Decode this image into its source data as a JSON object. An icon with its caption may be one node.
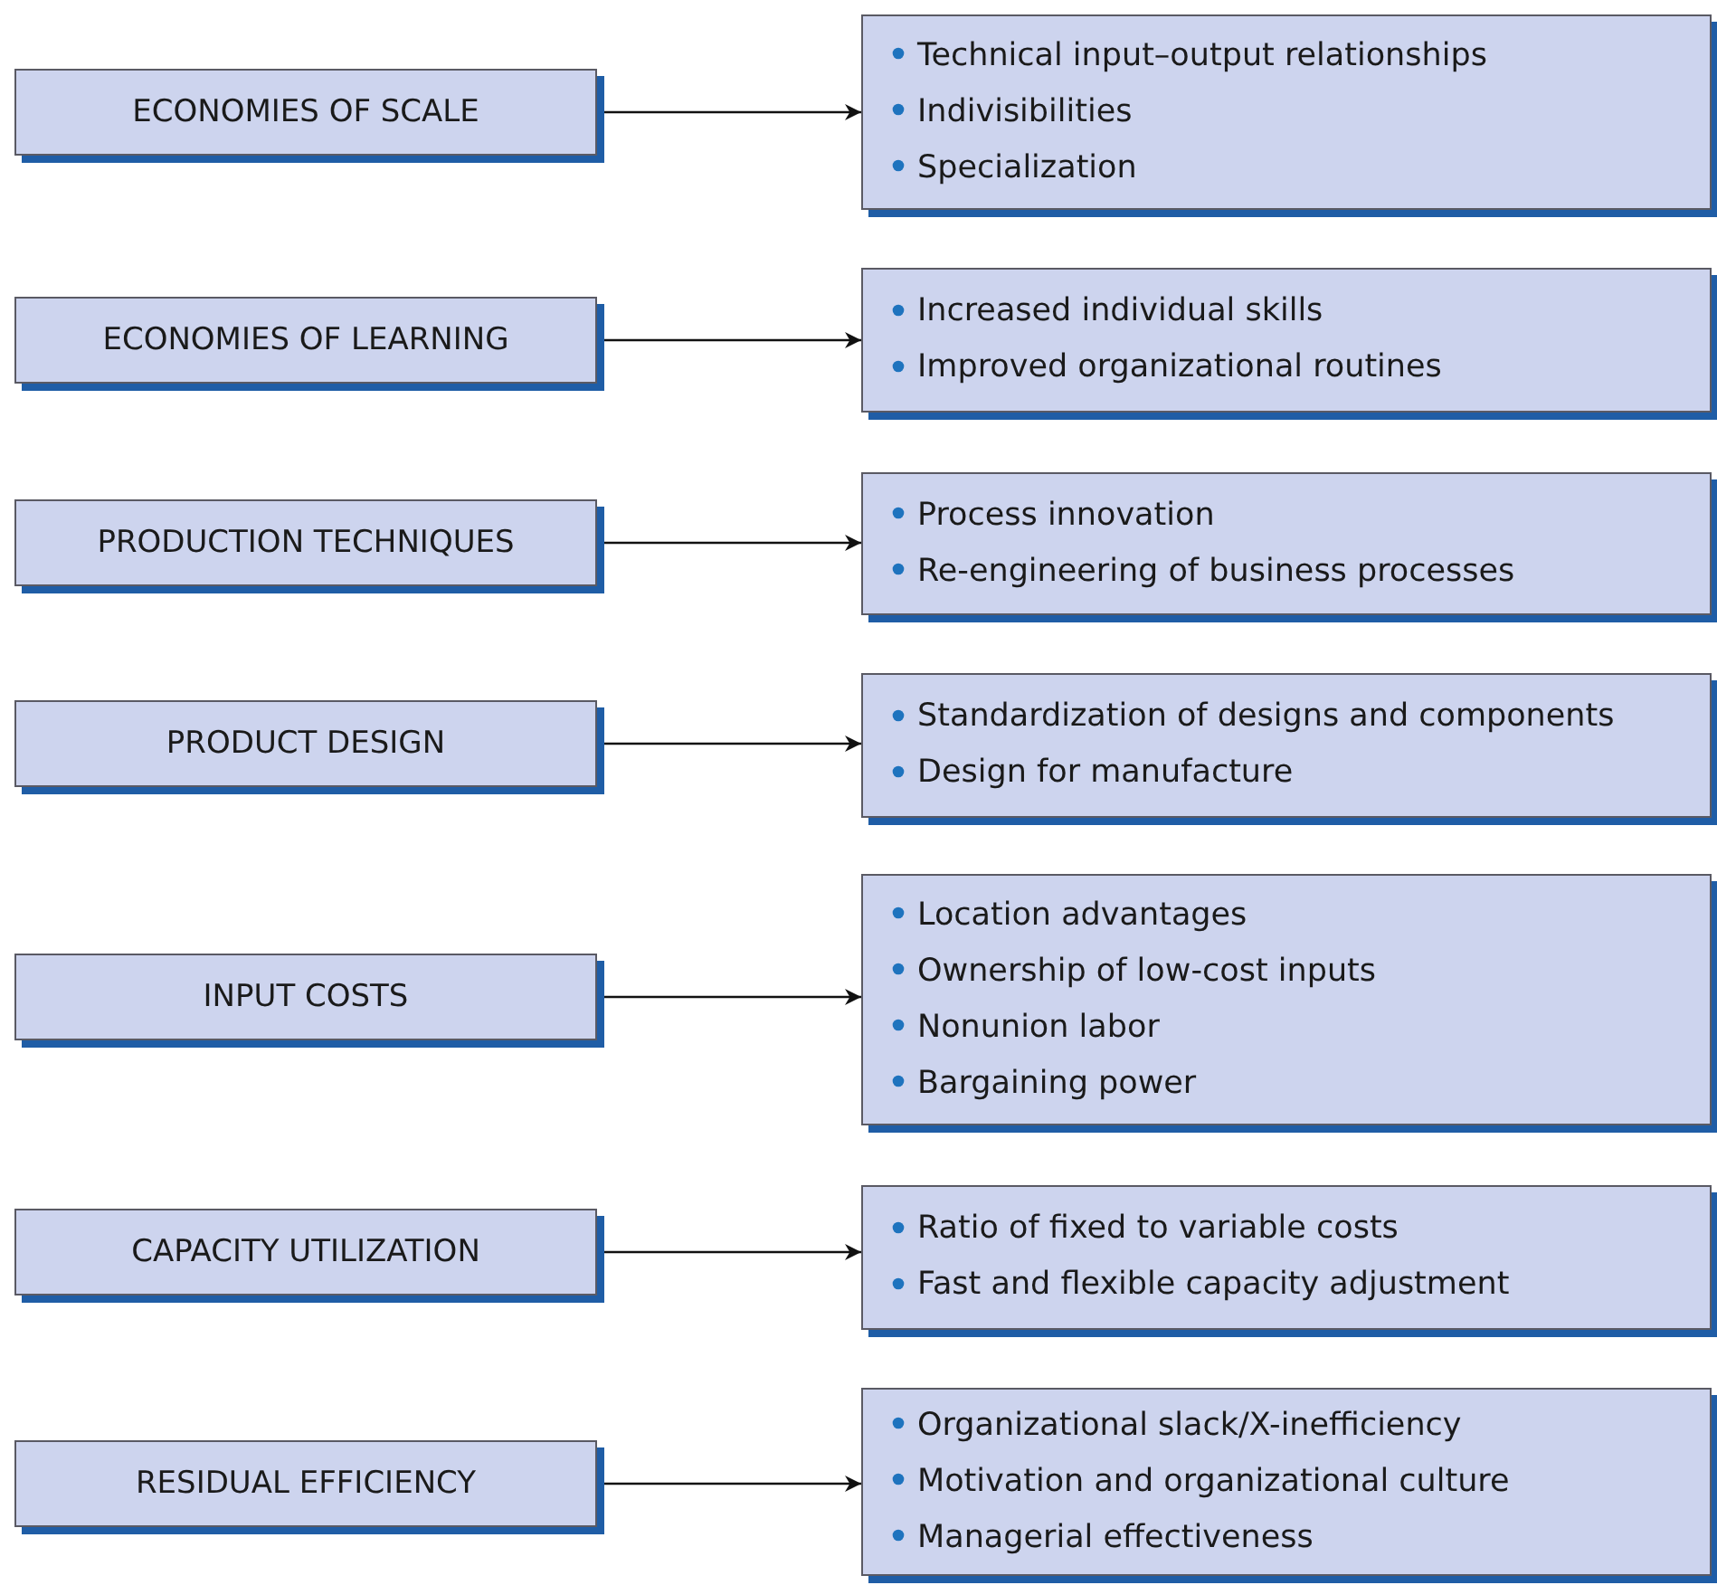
{
  "diagram": {
    "nodes": [
      {
        "text": [
          "ECONOMIES OF SCALE"
        ]
      },
      {
        "text": [
          "Technical input–output relationships",
          "Indivisibilities",
          "Specialization"
        ]
      },
      {
        "text": [
          "ECONOMIES OF LEARNING"
        ]
      },
      {
        "text": [
          "Increased individual skills",
          "Improved organizational routines"
        ]
      },
      {
        "text": [
          "PRODUCTION TECHNIQUES"
        ]
      },
      {
        "text": [
          "Process innovation",
          "Re-engineering of business processes"
        ]
      },
      {
        "text": [
          "PRODUCT DESIGN"
        ]
      },
      {
        "text": [
          "Standardization of designs and components",
          "Design for manufacture"
        ]
      },
      {
        "text": [
          "INPUT COSTS"
        ]
      },
      {
        "text": [
          "Location advantages",
          "Ownership of low-cost inputs",
          "Nonunion labor",
          "Bargaining power"
        ]
      },
      {
        "text": [
          "CAPACITY UTILIZATION"
        ]
      },
      {
        "text": [
          "Ratio of fixed to variable costs",
          "Fast and flexible capacity adjustment"
        ]
      },
      {
        "text": [
          "RESIDUAL EFFICIENCY"
        ]
      },
      {
        "text": [
          "Organizational slack/X-inefficiency",
          "Motivation and organizational culture",
          "Managerial effectiveness"
        ]
      }
    ],
    "edges": [
      {
        "from": 0,
        "to": 1,
        "arrow": "to"
      },
      {
        "from": 2,
        "to": 3,
        "arrow": "to"
      },
      {
        "from": 4,
        "to": 5,
        "arrow": "to"
      },
      {
        "from": 6,
        "to": 7,
        "arrow": "to"
      },
      {
        "from": 8,
        "to": 9,
        "arrow": "to"
      },
      {
        "from": 10,
        "to": 11,
        "arrow": "to"
      },
      {
        "from": 12,
        "to": 13,
        "arrow": "to"
      }
    ]
  }
}
